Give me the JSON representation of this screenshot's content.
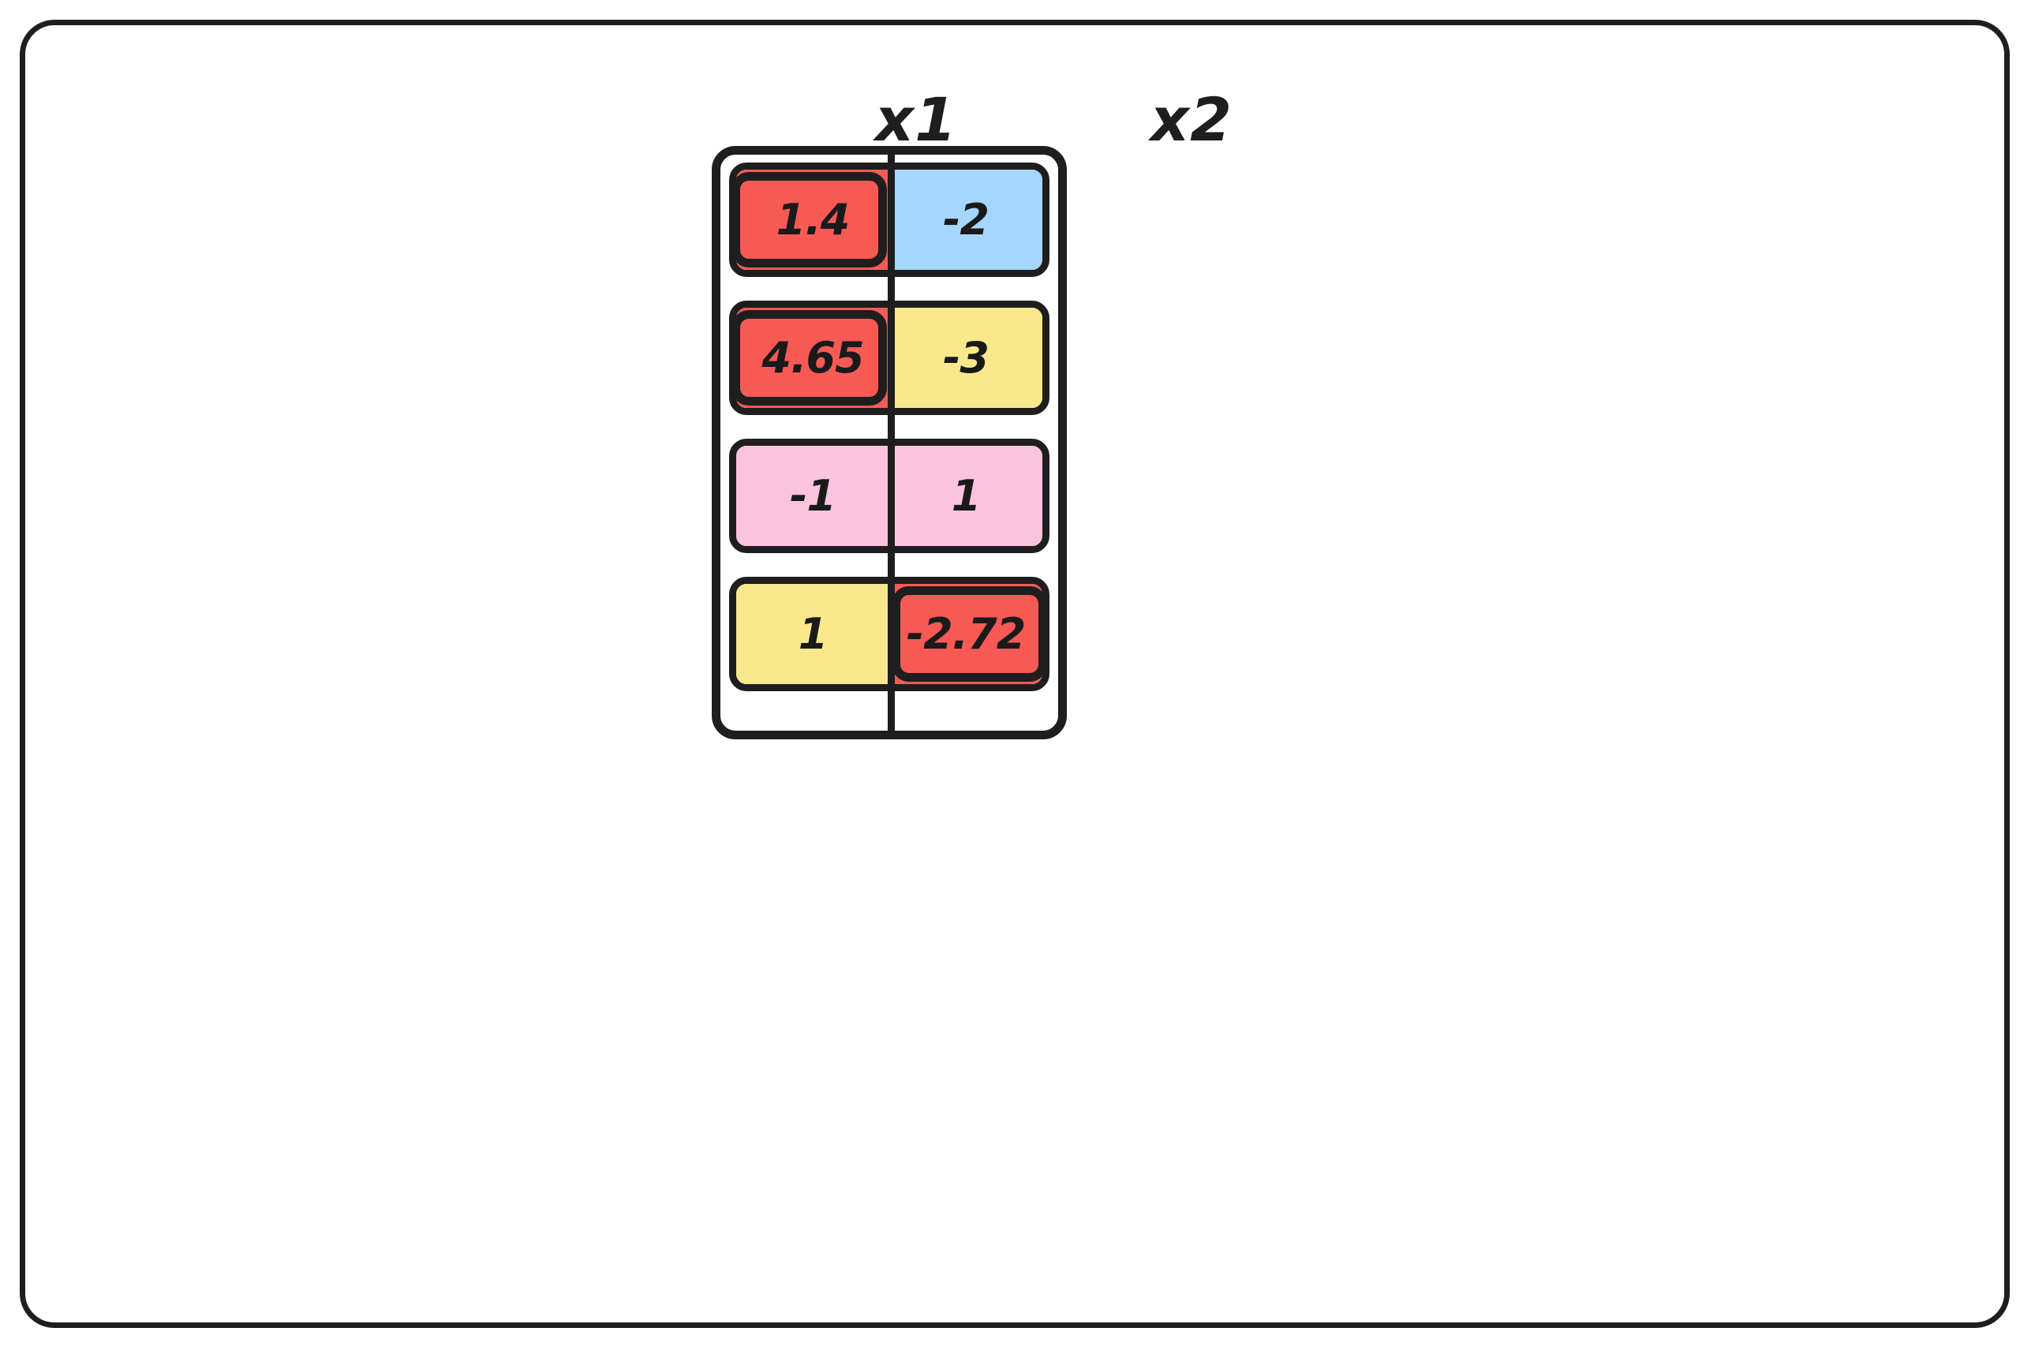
{
  "canvas": {
    "background": "#ffffff",
    "border_color": "#1e1e1e"
  },
  "palette": {
    "red": "#F75A55",
    "blue": "#A5D6FD",
    "yellow": "#FAE88C",
    "pink": "#FBC4DD",
    "ink": "#1e1e1e",
    "paper": "#ffffff"
  },
  "headers": [
    {
      "label": "x1"
    },
    {
      "label": "x2"
    }
  ],
  "chart_data": {
    "type": "table",
    "title": "",
    "columns": [
      "x1",
      "x2"
    ],
    "rows": [
      {
        "cells": [
          {
            "value": "1.4",
            "number": 1.4,
            "color": "#F75A55",
            "color_name": "red",
            "highlighted": true
          },
          {
            "value": "-2",
            "number": -2,
            "color": "#A5D6FD",
            "color_name": "blue",
            "highlighted": false
          }
        ]
      },
      {
        "cells": [
          {
            "value": "4.65",
            "number": 4.65,
            "color": "#F75A55",
            "color_name": "red",
            "highlighted": true
          },
          {
            "value": "-3",
            "number": -3,
            "color": "#FAE88C",
            "color_name": "yellow",
            "highlighted": false
          }
        ]
      },
      {
        "cells": [
          {
            "value": "-1",
            "number": -1,
            "color": "#FBC4DD",
            "color_name": "pink",
            "highlighted": false
          },
          {
            "value": "1",
            "number": 1,
            "color": "#FBC4DD",
            "color_name": "pink",
            "highlighted": false
          }
        ]
      },
      {
        "cells": [
          {
            "value": "1",
            "number": 1,
            "color": "#FAE88C",
            "color_name": "yellow",
            "highlighted": false
          },
          {
            "value": "-2.72",
            "number": -2.72,
            "color": "#F75A55",
            "color_name": "red",
            "highlighted": true
          }
        ]
      }
    ]
  }
}
